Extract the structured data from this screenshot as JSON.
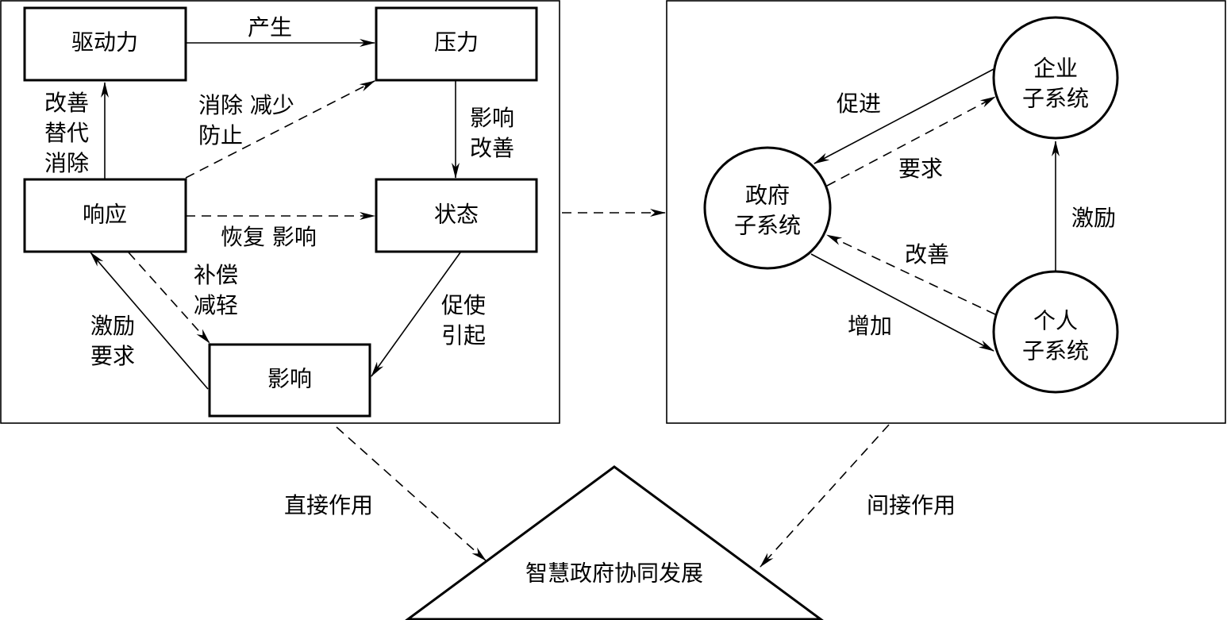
{
  "left_panel": {
    "nodes": {
      "driving_force": "驱动力",
      "pressure": "压力",
      "response": "响应",
      "state": "状态",
      "impact": "影响"
    },
    "edge_labels": {
      "produce": "产生",
      "improve_replace_eliminate": [
        "改善",
        "替代",
        "消除"
      ],
      "eliminate_reduce_prevent": [
        "消除 减少",
        "防止"
      ],
      "affect_improve": [
        "影响",
        "改善"
      ],
      "restore_affect": "恢复 影响",
      "compensate_mitigate": [
        "补偿",
        "减轻"
      ],
      "incentive_require": [
        "激励",
        "要求"
      ],
      "urge_cause": [
        "促使",
        "引起"
      ]
    }
  },
  "right_panel": {
    "nodes": {
      "enterprise": [
        "企业",
        "子系统"
      ],
      "government": [
        "政府",
        "子系统"
      ],
      "individual": [
        "个人",
        "子系统"
      ]
    },
    "edge_labels": {
      "promote": "促进",
      "require": "要求",
      "incentive": "激励",
      "improve": "改善",
      "increase": "增加"
    }
  },
  "bottom": {
    "goal": "智慧政府协同发展",
    "direct_effect": "直接作用",
    "indirect_effect": "间接作用"
  }
}
